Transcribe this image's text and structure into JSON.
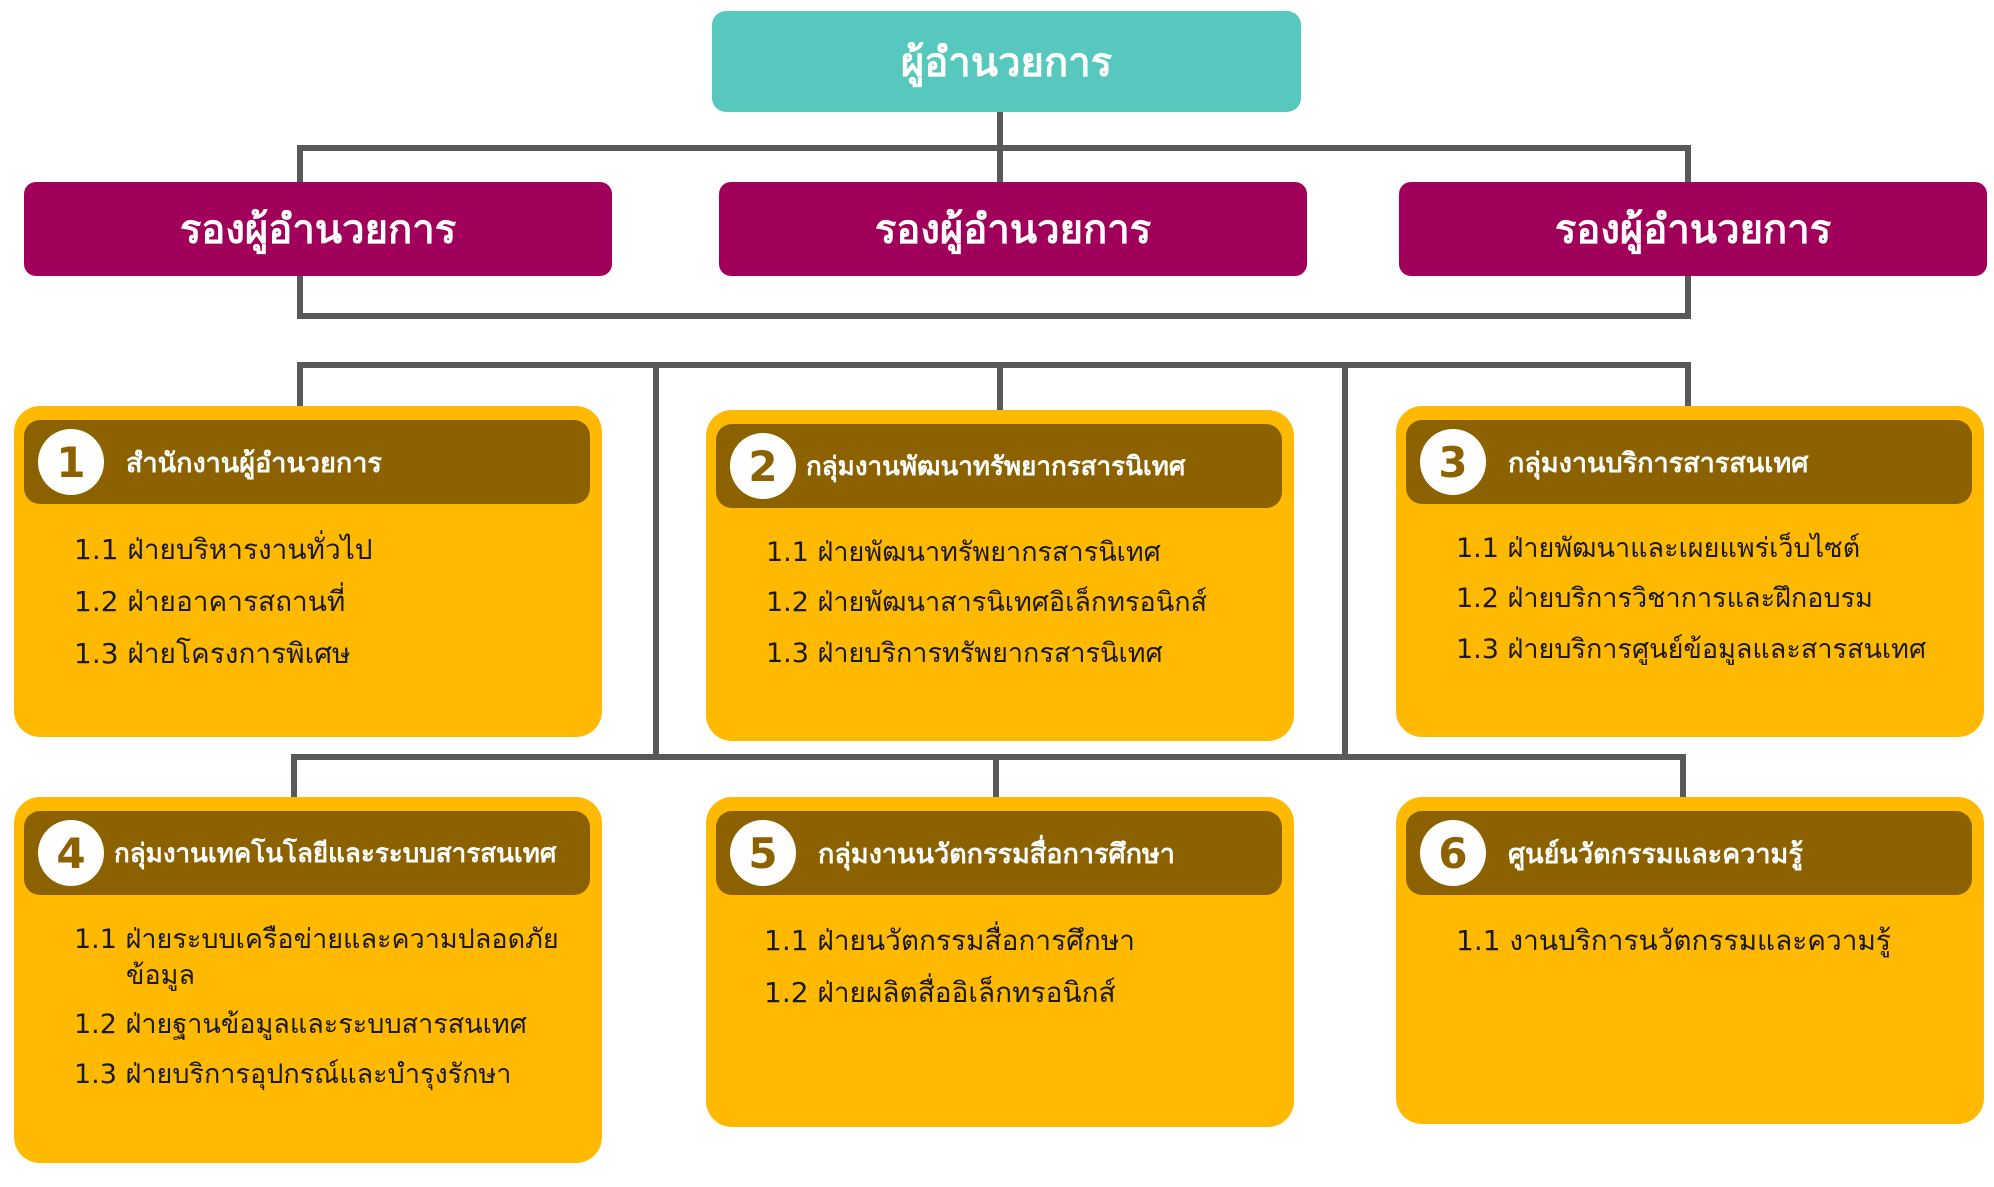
{
  "director": {
    "label": "ผู้อำนวยการ"
  },
  "deputies": [
    "รองผู้อำนวยการ",
    "รองผู้อำนวยการ",
    "รองผู้อำนวยการ"
  ],
  "units": [
    {
      "number": "1",
      "title": "สำนักงานผู้อำนวยการ",
      "items": [
        "1.1 ฝ่ายบริหารงานทั่วไป",
        "1.2 ฝ่ายอาคารสถานที่",
        "1.3 ฝ่ายโครงการพิเศษ"
      ]
    },
    {
      "number": "2",
      "title": "กลุ่มงานพัฒนาทรัพยากรสารนิเทศ",
      "items": [
        "1.1 ฝ่ายพัฒนาทรัพยากรสารนิเทศ",
        "1.2 ฝ่ายพัฒนาสารนิเทศอิเล็กทรอนิกส์",
        "1.3 ฝ่ายบริการทรัพยากรสารนิเทศ"
      ]
    },
    {
      "number": "3",
      "title": "กลุ่มงานบริการสารสนเทศ",
      "items": [
        "1.1 ฝ่ายพัฒนาและเผยแพร่เว็บไซต์",
        "1.2 ฝ่ายบริการวิชาการและฝึกอบรม",
        "1.3 ฝ่ายบริการศูนย์ข้อมูลและสารสนเทศ"
      ]
    },
    {
      "number": "4",
      "title": "กลุ่มงานเทคโนโลยีและระบบสารสนเทศ",
      "items": [
        "1.1 ฝ่ายระบบเครือข่ายและความปลอดภัยข้อมูล",
        "1.2 ฝ่ายฐานข้อมูลและระบบสารสนเทศ",
        "1.3 ฝ่ายบริการอุปกรณ์และบำรุงรักษา"
      ]
    },
    {
      "number": "5",
      "title": "กลุ่มงานนวัตกรรมสื่อการศึกษา",
      "items": [
        "1.1 ฝ่ายนวัตกรรมสื่อการศึกษา",
        "1.2 ฝ่ายผลิตสื่ออิเล็กทรอนิกส์"
      ]
    },
    {
      "number": "6",
      "title": "ศูนย์นวัตกรรมและความรู้",
      "items": [
        "1.1 งานบริการนวัตกรรมและความรู้"
      ]
    }
  ]
}
